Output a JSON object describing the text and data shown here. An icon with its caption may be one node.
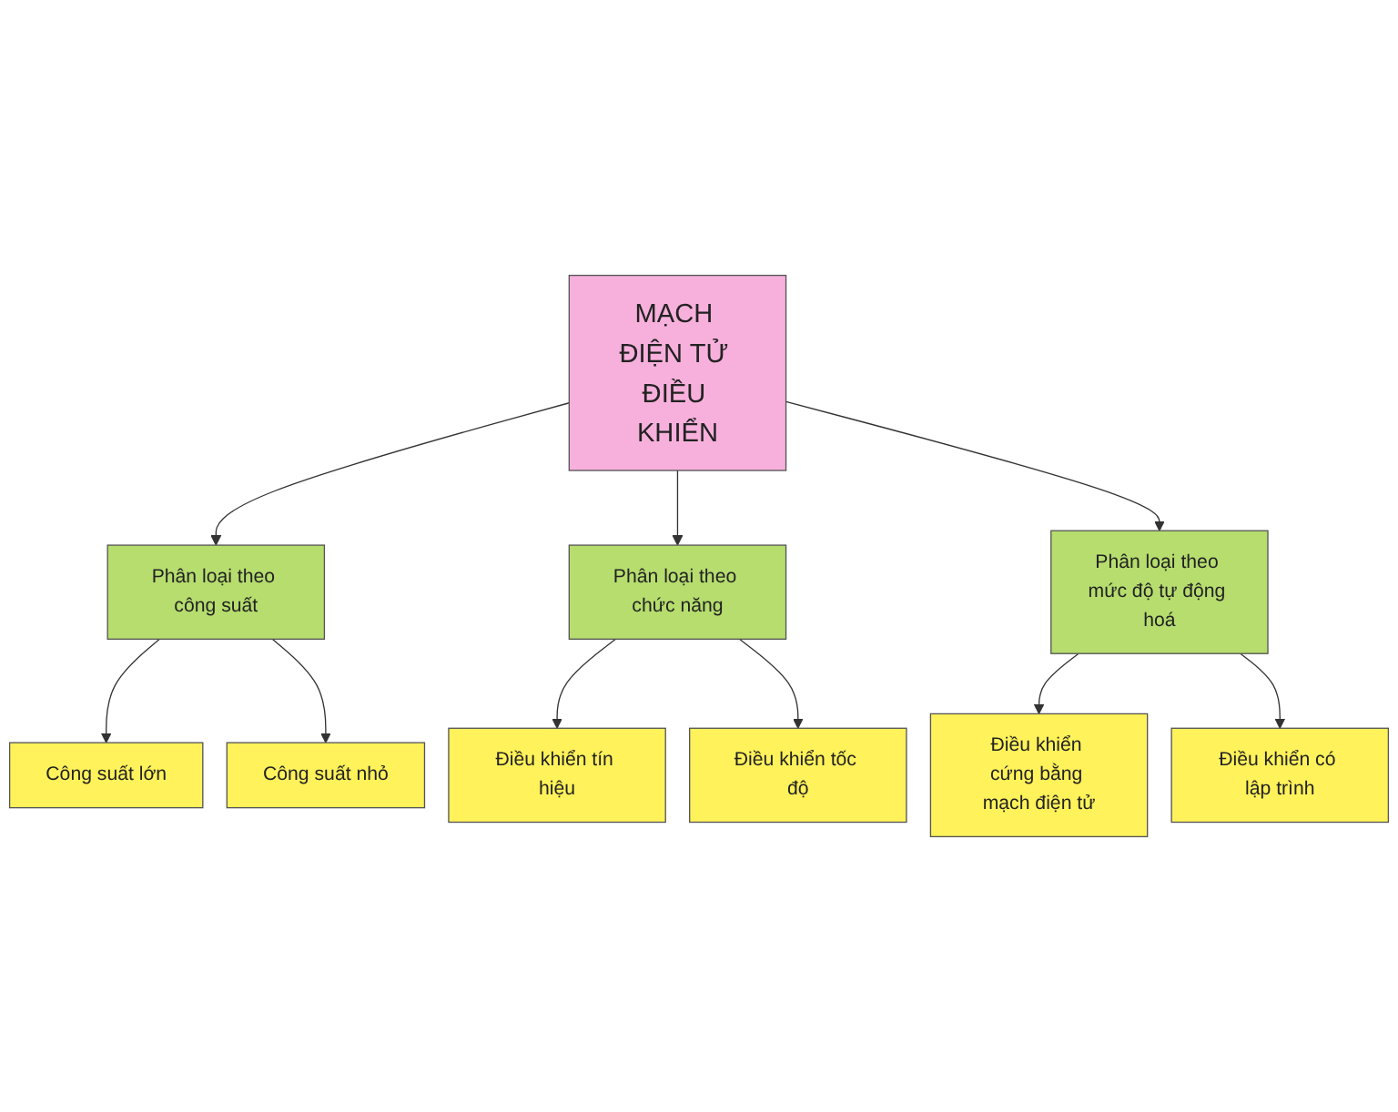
{
  "diagram": {
    "nodes": [
      {
        "text": [
          "MẠCH ĐIỆN TỬ ĐIỀU KHIỂN"
        ]
      },
      {
        "text": [
          "Phân loại theo công suất"
        ]
      },
      {
        "text": [
          "Phân loại theo chức năng"
        ]
      },
      {
        "text": [
          "Phân loại theo mức độ tự động hoá"
        ]
      },
      {
        "text": [
          "Công suất lớn"
        ]
      },
      {
        "text": [
          "Công suất nhỏ"
        ]
      },
      {
        "text": [
          "Điều khiển tín hiệu"
        ]
      },
      {
        "text": [
          "Điều khiển tốc độ"
        ]
      },
      {
        "text": [
          "Điều khiển cứng bằng mạch điện tử"
        ]
      },
      {
        "text": [
          "Điều khiển có lập trình"
        ]
      }
    ],
    "edges": [
      {
        "from": 0,
        "to": 1,
        "arrow": "to"
      },
      {
        "from": 0,
        "to": 2,
        "arrow": "to"
      },
      {
        "from": 0,
        "to": 3,
        "arrow": "to"
      },
      {
        "from": 1,
        "to": 4,
        "arrow": "to"
      },
      {
        "from": 1,
        "to": 5,
        "arrow": "to"
      },
      {
        "from": 2,
        "to": 6,
        "arrow": "to"
      },
      {
        "from": 2,
        "to": 7,
        "arrow": "to"
      },
      {
        "from": 3,
        "to": 8,
        "arrow": "to"
      },
      {
        "from": 3,
        "to": 9,
        "arrow": "to"
      }
    ]
  }
}
